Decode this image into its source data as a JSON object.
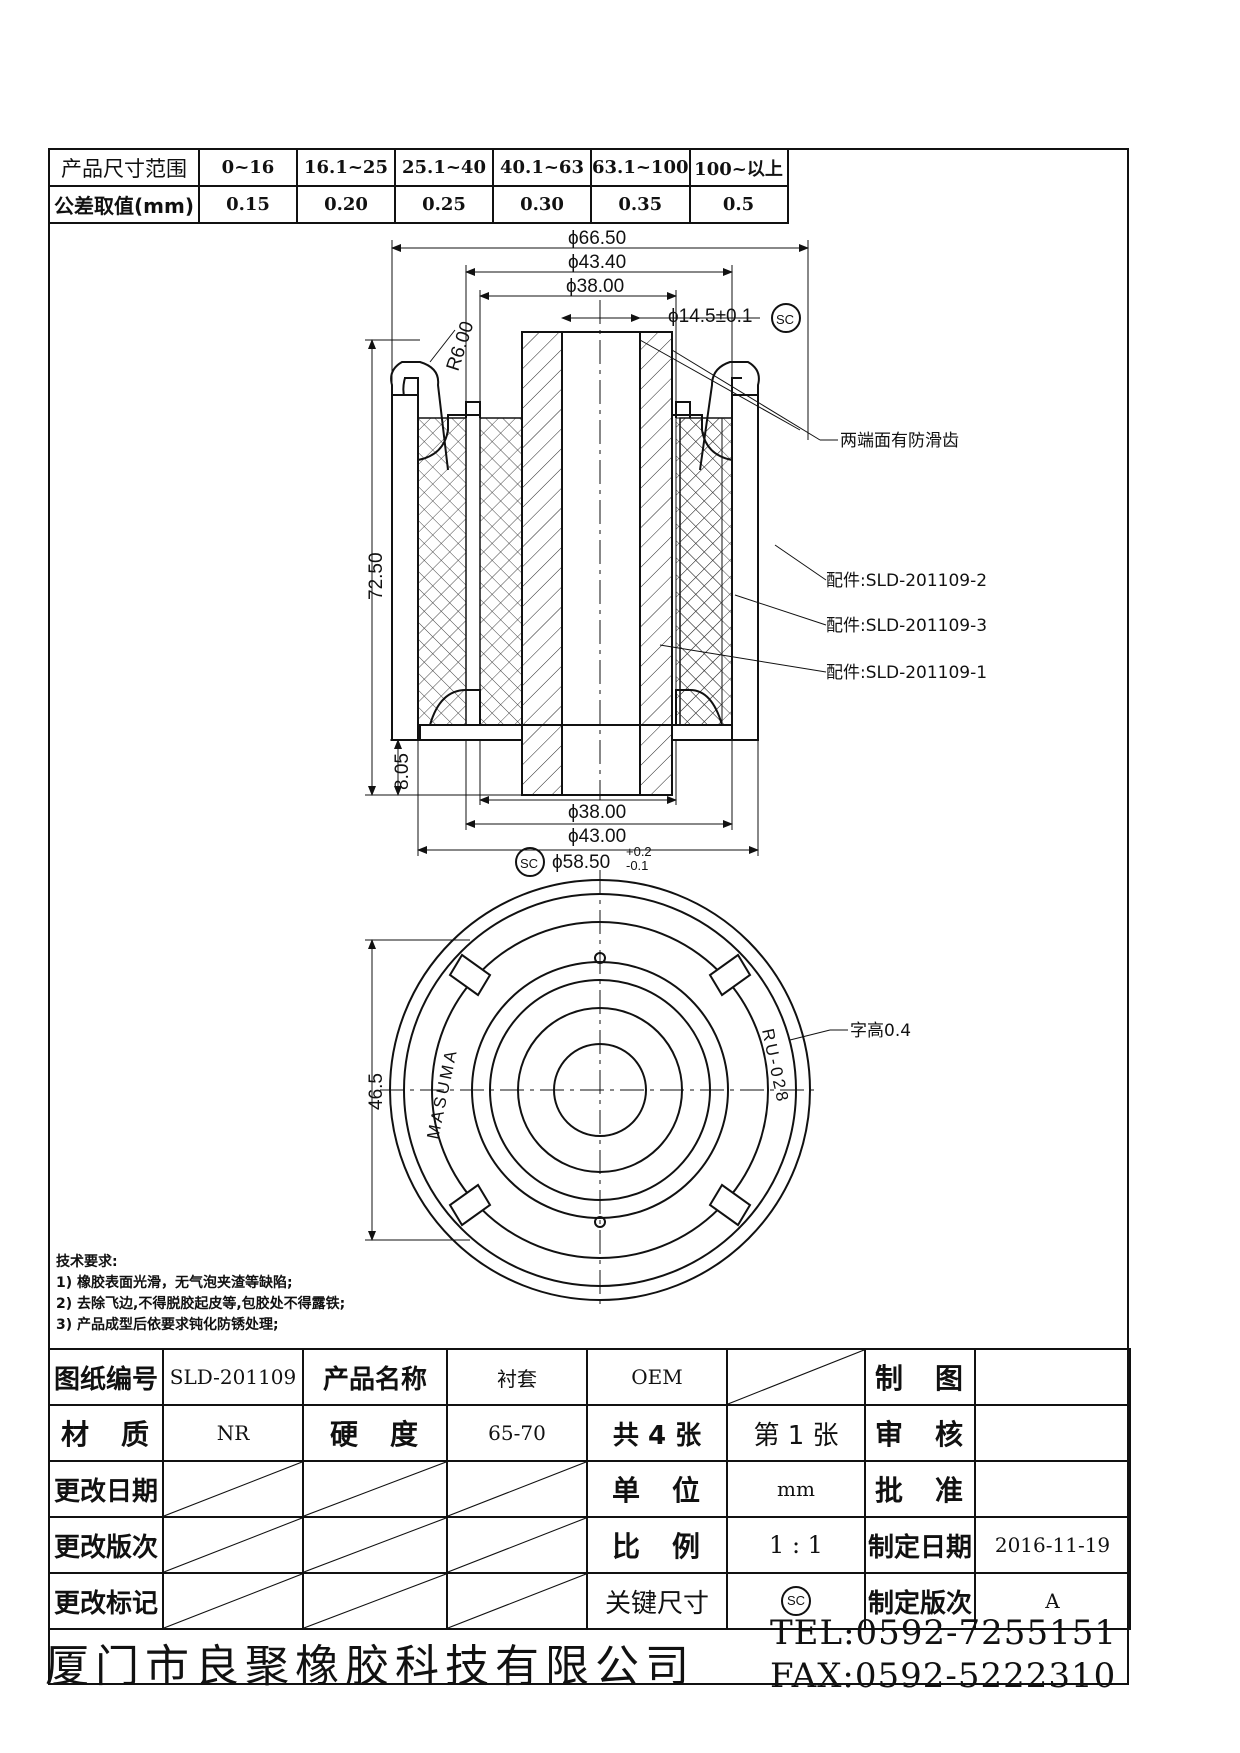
{
  "tolerance_table": {
    "row1_label": "产品尺寸范围",
    "row2_label": "公差取值(mm)",
    "ranges": [
      "0~16",
      "16.1~25",
      "25.1~40",
      "40.1~63",
      "63.1~100",
      "100~以上"
    ],
    "values": [
      "0.15",
      "0.20",
      "0.25",
      "0.30",
      "0.35",
      "0.5"
    ]
  },
  "section_view": {
    "dim_outer_flange": "ϕ66.50",
    "dim_outer_sleeve_top": "ϕ43.40",
    "dim_inner_top": "ϕ38.00",
    "dim_bore": "ϕ14.5±0.1",
    "dim_radius": "R6.00",
    "dim_height": "72.50",
    "dim_bottom_step": "8.05",
    "dim_inner_bottom": "ϕ38.00",
    "dim_outer_bottom": "ϕ43.00",
    "dim_shell": "ϕ58.50",
    "dim_shell_tol_upper": "+0.2",
    "dim_shell_tol_lower": "-0.1",
    "note_teeth": "两端面有防滑齿",
    "part_2": "配件:SLD-201109-2",
    "part_3": "配件:SLD-201109-3",
    "part_1": "配件:SLD-201109-1",
    "sc_symbol": "SC"
  },
  "top_view": {
    "dim_height": "46.5",
    "text_left": "MASUMA",
    "text_right": "RU-028",
    "note_char_height": "字高0.4"
  },
  "tech_requirements": {
    "title": "技术要求:",
    "items": [
      "1) 橡胶表面光滑，无气泡夹渣等缺陷;",
      "2) 去除飞边,不得脱胶起皮等,包胶处不得露铁;",
      "3) 产品成型后依要求钝化防锈处理;"
    ]
  },
  "title_block": {
    "drawing_no_label": "图纸编号",
    "drawing_no": "SLD-201109",
    "product_name_label": "产品名称",
    "product_name": "衬套",
    "oem": "OEM",
    "drawn_label": "制　图",
    "material_label": "材　质",
    "material": "NR",
    "hardness_label": "硬　度",
    "hardness": "65-70",
    "total_sheets": "共 4 张",
    "sheet_no": "第 1 张",
    "review_label": "审　核",
    "change_date_label": "更改日期",
    "unit_label": "单　位",
    "unit": "mm",
    "approve_label": "批　准",
    "change_rev_label": "更改版次",
    "scale_label": "比　例",
    "scale": "1 : 1",
    "made_date_label": "制定日期",
    "made_date": "2016-11-19",
    "change_mark_label": "更改标记",
    "key_dim_label": "关键尺寸",
    "key_dim_symbol": "SC",
    "made_rev_label": "制定版次",
    "made_rev": "A"
  },
  "footer": {
    "company": "厦门市良聚橡胶科技有限公司",
    "tel": "TEL:0592-7255151",
    "fax": "FAX:0592-5222310"
  }
}
